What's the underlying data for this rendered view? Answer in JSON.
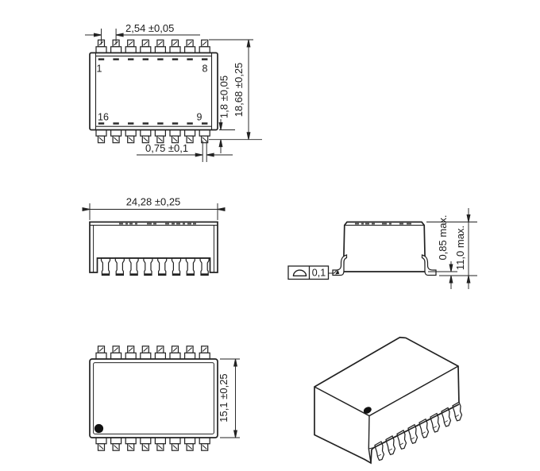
{
  "drawing": {
    "top_view": {
      "dim_pitch": "2,54 ±0,05",
      "dim_lead_width": "0,75 ±0,1",
      "dim_lead_length": "1,8 ±0,05",
      "dim_overall": "18,68 ±0,25",
      "pin_top_left": "1",
      "pin_top_right": "8",
      "pin_bottom_left": "16",
      "pin_bottom_right": "9"
    },
    "front_view": {
      "dim_length": "24,28 ±0,25"
    },
    "side_view": {
      "dim_standoff": "0,85 max.",
      "dim_height": "11,0 max.",
      "tolerance_symbol": "profile-of-a-surface",
      "tolerance_value": "0,1"
    },
    "bottom_view": {
      "dim_width": "15,1 ±0,25"
    },
    "colors": {
      "line": "#222222",
      "marking": "#3a3a3a",
      "background": "#ffffff"
    }
  }
}
